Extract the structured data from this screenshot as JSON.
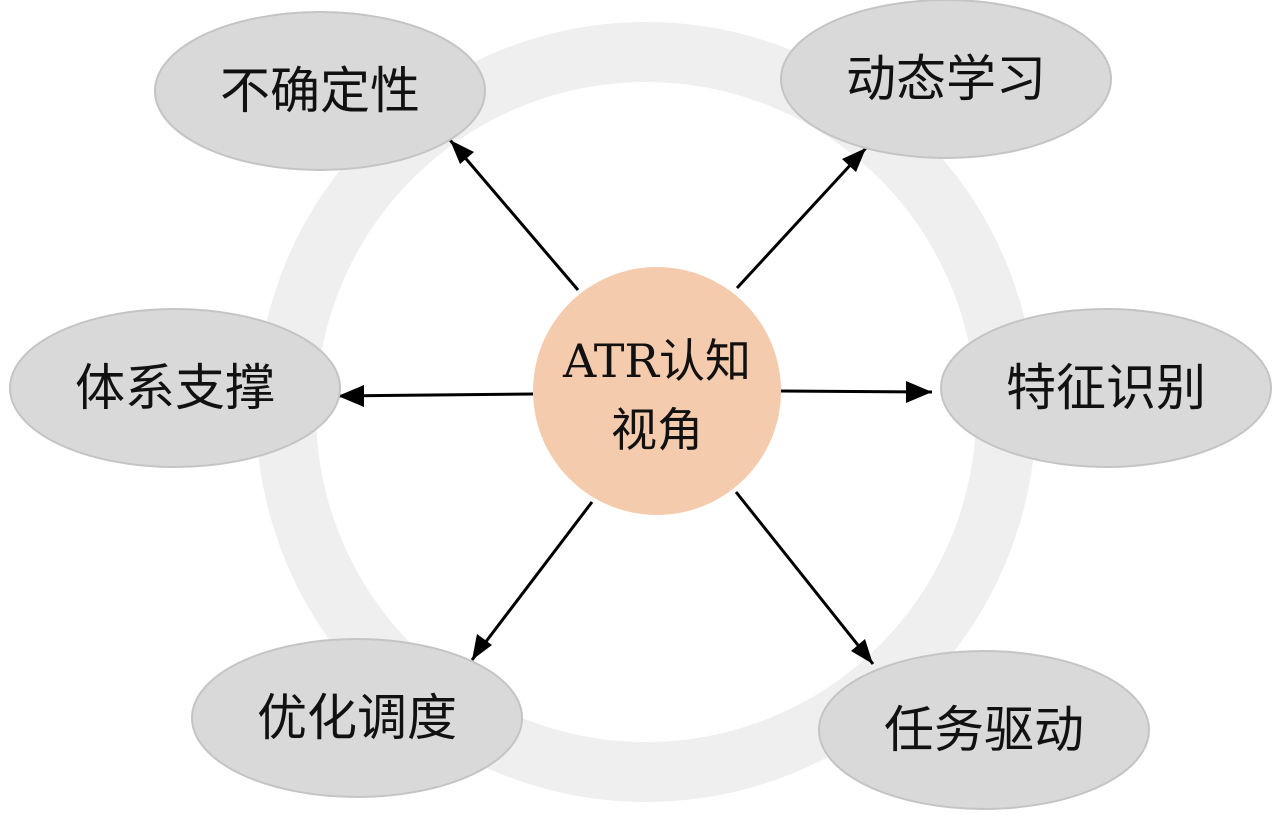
{
  "center": {
    "label_line1": "ATR认知",
    "label_line2": "视角",
    "fill": "#F5CBAE"
  },
  "nodes": [
    {
      "id": "uncertainty",
      "label": "不确定性"
    },
    {
      "id": "dynamic-learning",
      "label": "动态学习"
    },
    {
      "id": "system-support",
      "label": "体系支撑"
    },
    {
      "id": "feature-recognition",
      "label": "特征识别"
    },
    {
      "id": "optimization-scheduling",
      "label": "优化调度"
    },
    {
      "id": "task-driven",
      "label": "任务驱动"
    }
  ],
  "colors": {
    "node_fill": "#D9D9D9",
    "node_stroke": "#C4C4C4",
    "ring": "#EFEFEF",
    "arrow": "#000000"
  }
}
